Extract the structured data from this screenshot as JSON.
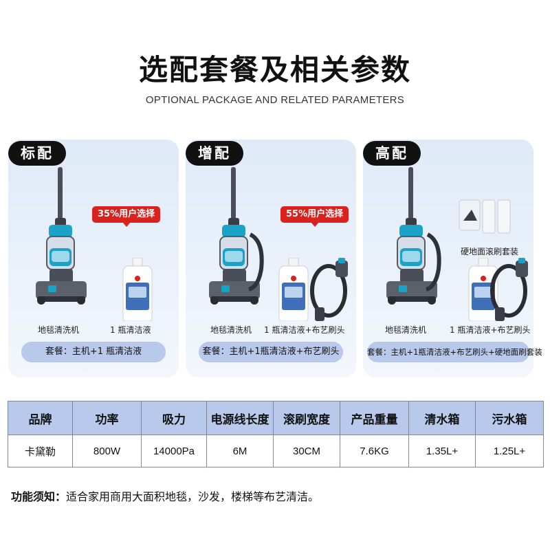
{
  "header": {
    "title": "选配套餐及相关参数",
    "subtitle": "OPTIONAL PACKAGE AND RELATED PARAMETERS"
  },
  "packages": [
    {
      "label": "标配",
      "badge": "35%用户选择",
      "item_labels": [
        "地毯清洗机",
        "1 瓶清洁液"
      ],
      "package_text": "套餐：主机+1 瓶清洁液"
    },
    {
      "label": "增配",
      "badge": "55%用户选择",
      "item_labels": [
        "地毯清洗机",
        "1 瓶清洁液+布艺刷头"
      ],
      "package_text": "套餐：主机+1瓶清洁液+布艺刷头"
    },
    {
      "label": "高配",
      "accessory_label": "硬地面滚刷套装",
      "item_labels": [
        "地毯清洗机",
        "1 瓶清洁液+布艺刷头"
      ],
      "package_text": "套餐：主机+1瓶清洁液+布艺刷头+硬地面刷套装"
    }
  ],
  "specs": {
    "headers": [
      "品牌",
      "功率",
      "吸力",
      "电源线长度",
      "滚刷宽度",
      "产品重量",
      "清水箱",
      "污水箱"
    ],
    "values": [
      "卡黛勒",
      "800W",
      "14000Pa",
      "6M",
      "30CM",
      "7.6KG",
      "1.35L+",
      "1.25L+"
    ]
  },
  "note": {
    "label": "功能须知：",
    "text": "适合家用商用大面积地毯，沙发，楼梯等布艺清洁。"
  },
  "colors": {
    "accent_blue": "#b8c9ec",
    "badge_red": "#d9211e",
    "card_bg": "#dfeaf8",
    "machine_gray": "#4a4e58",
    "machine_teal": "#1aa3c7"
  }
}
